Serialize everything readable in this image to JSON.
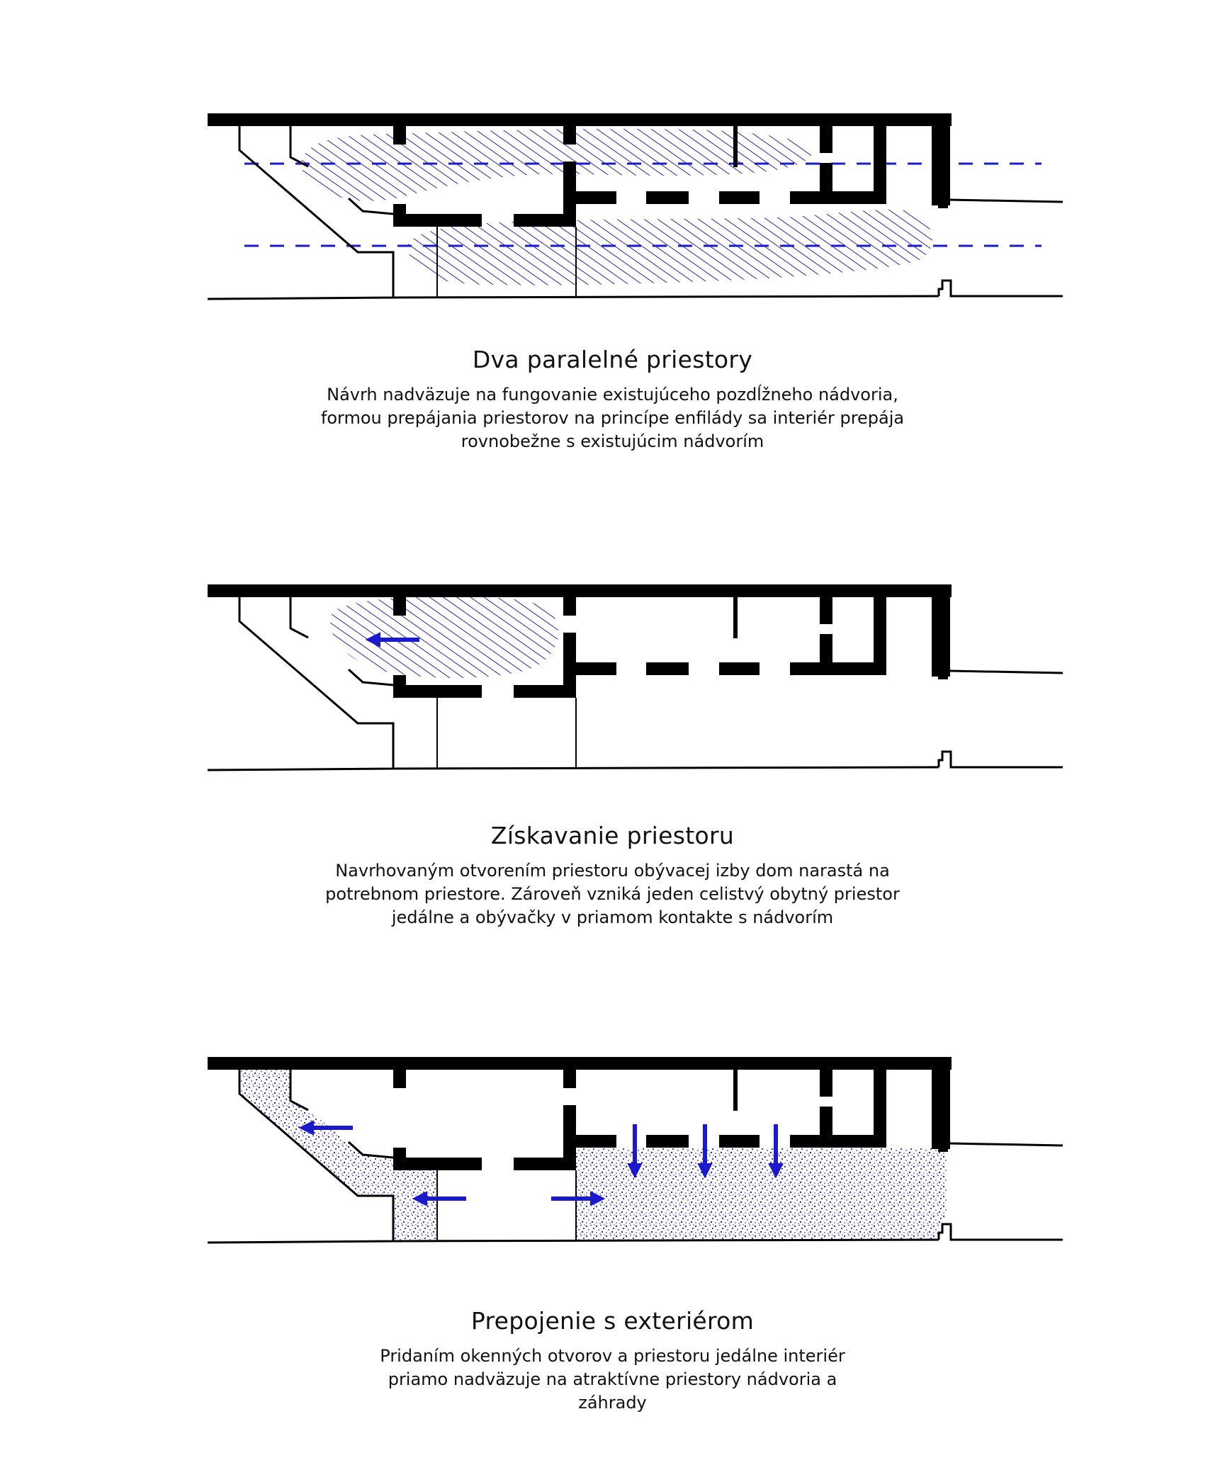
{
  "colors": {
    "wall": "#000000",
    "accent": "#1a1acc",
    "hatch": "#2a2a9e",
    "background": "#ffffff"
  },
  "diagrams": [
    {
      "title": "Dva paralelné priestory",
      "lines": [
        "Návrh nadväzuje na fungovanie existujúceho pozdĺžneho nádvoria,",
        "formou prepájania priestorov na princípe enfilády sa interiér prepája",
        "rovnobežne s existujúcim nádvorím"
      ],
      "overlay": "hatch-parallel",
      "arrows": []
    },
    {
      "title": "Získavanie priestoru",
      "lines": [
        "Navrhovaným otvorením priestoru obývacej izby dom narastá na",
        "potrebnom priestore. Zároveň vzniká jeden celistvý obytný priestor",
        "jedálne a obývačky v priamom kontakte s nádvorím"
      ],
      "overlay": "hatch-expand",
      "arrows": [
        "arrow-left"
      ]
    },
    {
      "title": "Prepojenie s exteriérom",
      "lines": [
        "Pridaním okenných otvorov a priestoru jedálne interiér",
        "priamo nadväzuje na atraktívne  priestory nádvoria a",
        "záhrady"
      ],
      "overlay": "stipple-exterior",
      "arrows": [
        "arrow-left",
        "arrow-left",
        "arrow-right",
        "arrow-down",
        "arrow-down",
        "arrow-down"
      ]
    }
  ]
}
